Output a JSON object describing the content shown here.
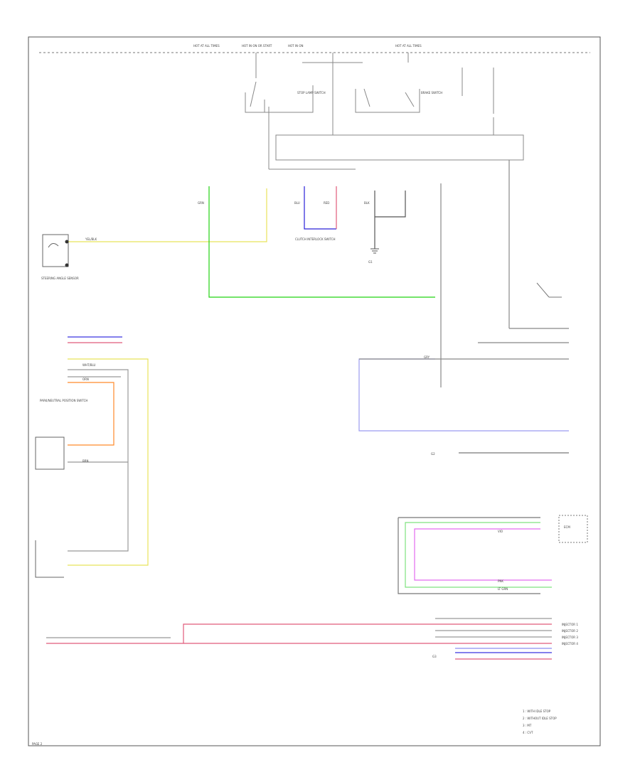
{
  "power_labels": [
    "HOT AT ALL TIMES",
    "HOT IN ON OR START",
    "HOT IN ON",
    "HOT AT ALL TIMES"
  ],
  "ground_labels": [
    "G1",
    "G2",
    "G3"
  ],
  "component_labels": [
    "STEERING ANGLE SENSOR",
    "CLUTCH INTERLOCK SWITCH",
    "BRAKE SWITCH",
    "STOP LAMP SWITCH",
    "PARK/NEUTRAL POSITION SWITCH",
    "INJECTOR 1",
    "INJECTOR 2",
    "INJECTOR 3",
    "INJECTOR 4",
    "ECM"
  ],
  "wire_labels": [
    "YEL/BLK",
    "GRN",
    "BLU",
    "RED",
    "BLK",
    "PNK",
    "WHT/BLU",
    "ORN",
    "BRN",
    "LT GRN",
    "VIO",
    "GRY"
  ],
  "legend": {
    "items": [
      "1 : WITH IDLE STOP",
      "2 : WITHOUT IDLE STOP",
      "3 : MT",
      "4 : CVT"
    ]
  },
  "page_mark": "PAGE 2"
}
